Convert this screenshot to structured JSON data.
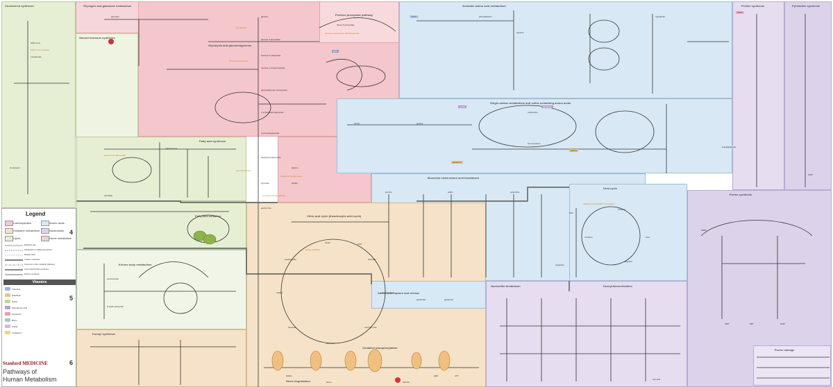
{
  "colors": {
    "carbohydrates": "#f4c7cc",
    "amino_acids": "#d8e8f4",
    "energy": "#f5e2c8",
    "lipids": "#e6efd4",
    "nucleotides": "#dcd2ea",
    "enzyme": "#d9822b",
    "brand": "#8c1515"
  },
  "regions": {
    "cholesterol": "Cholesterol synthesis",
    "glycogen": "Glycogen and galactose metabolism",
    "steroid": "Steroid hormone synthesis",
    "glycolysis": "Glycolysis and gluconeogenesis",
    "ppp": "Pentose phosphate pathway",
    "aromatic": "Aromatic amino acid metabolism",
    "proline": "Proline synthesis",
    "pyrimidine": "Pyrimidine synthesis",
    "single_carbon": "Single-carbon metabolism and sulfur-containing amino acids",
    "fatty_acid_synth": "Fatty acid synthesis",
    "bcaa": "Branched chain amino acid breakdown",
    "urea": "Urea cycle",
    "fatty_acid_ox": "Fatty acid oxidation",
    "tca": "Citric acid cycle (tricarboxylic acid cycle)",
    "ketone": "Ketone body metabolism",
    "purine": "Purine synthesis",
    "nucleotide_breakdown": "Nucleotide breakdown",
    "deoxyribo": "Deoxyribonucleotides",
    "ammonia": "Amino acid capture and release",
    "oxphos": "Oxidative phosphorylation",
    "heme": "Heme degradation",
    "folate": "Formyl synthesis",
    "purine_salvage": "Purine salvage"
  },
  "metabolites": {
    "glucose": "glucose",
    "g6p": "glucose 6-phosphate",
    "f6p": "fructose 6-phosphate",
    "f16bp": "fructose 1,6-bisphosphate",
    "gap": "glyceraldehyde 3-phosphate",
    "bpg": "1,3-bisphosphoglycerate",
    "pg3": "3-phosphoglycerate",
    "pep": "phosphoenolpyruvate",
    "pyruvate": "pyruvate",
    "lactate": "lactate",
    "acetyl_coa": "acetyl-CoA",
    "oxaloacetate": "oxaloacetate",
    "citrate": "citrate",
    "isocitrate": "isocitrate",
    "akg": "α-ketoglutarate",
    "succinyl_coa": "succinyl-CoA",
    "succinate": "succinate",
    "fumarate": "fumarate",
    "malate": "malate",
    "glycogen": "glycogen",
    "ribose5p": "ribose 5-phosphate",
    "cholesterol": "cholesterol",
    "hmg_coa": "HMG-CoA",
    "mevalonate": "mevalonate",
    "malonyl_coa": "malonyl-CoA",
    "palmitate": "palmitate",
    "ornithine": "ornithine",
    "citrulline": "citrulline",
    "arginine": "arginine",
    "urea": "urea",
    "methionine": "methionine",
    "homocysteine": "homocysteine",
    "serine": "serine",
    "glycine": "glycine",
    "phenylalanine": "phenylalanine",
    "tyrosine": "tyrosine",
    "tryptophan": "tryptophan",
    "leucine": "leucine",
    "valine": "valine",
    "isoleucine": "isoleucine",
    "glutamate": "glutamate",
    "glutamine": "glutamine",
    "aspartate": "aspartate",
    "alanine": "alanine",
    "imp": "IMP",
    "amp": "AMP",
    "gmp": "GMP",
    "ump": "UMP",
    "prpp": "PRPP",
    "uric_acid": "uric acid",
    "bilirubin": "bilirubin",
    "heme": "heme",
    "acetoacetate": "acetoacetate",
    "hydroxybutyrate": "β-hydroxybutyrate",
    "nadh": "NADH",
    "atp": "ATP",
    "adp": "ADP",
    "co2": "CO2",
    "nh3": "NH3"
  },
  "enzymes": {
    "hexokinase": "hexokinase",
    "pfk": "phosphofructokinase",
    "pk": "pyruvate kinase",
    "pdh": "pyruvate dehydrogenase",
    "cs": "citrate synthase",
    "hmgcr": "HMG-CoA reductase",
    "acc": "acetyl-CoA carboxylase",
    "cps1": "carbamoyl phosphate synthetase I",
    "g6pd": "glucose-6-phosphate dehydrogenase",
    "ldh": "lactate dehydrogenase"
  },
  "legend": {
    "title": "Legend",
    "carbohydrates": "Carbohydrates",
    "amino_acids": "Amino acids",
    "energy": "Oxidative metabolism",
    "nucleotides": "Nucleotides",
    "lipids": "Lipids",
    "heme": "Heme metabolism",
    "rows": [
      "4",
      "5",
      "6"
    ],
    "line_items": [
      "Metabolic step",
      "Participation in additional reactions",
      "Multiple steps",
      "Crosses membrane",
      "Connects to other metabolic pathways",
      "Inner mitochondrial membrane",
      "Plasma membrane"
    ],
    "vitamins_title": "Vitamins",
    "vitamins": [
      "Thiamine",
      "Riboflavin",
      "Niacin",
      "Pantothenic acid",
      "Pyridoxine",
      "Biotin",
      "Folate",
      "Cobalamin"
    ]
  },
  "brand": {
    "name": "Stanford MEDICINE",
    "title1": "Pathways of",
    "title2": "Human Metabolism"
  }
}
